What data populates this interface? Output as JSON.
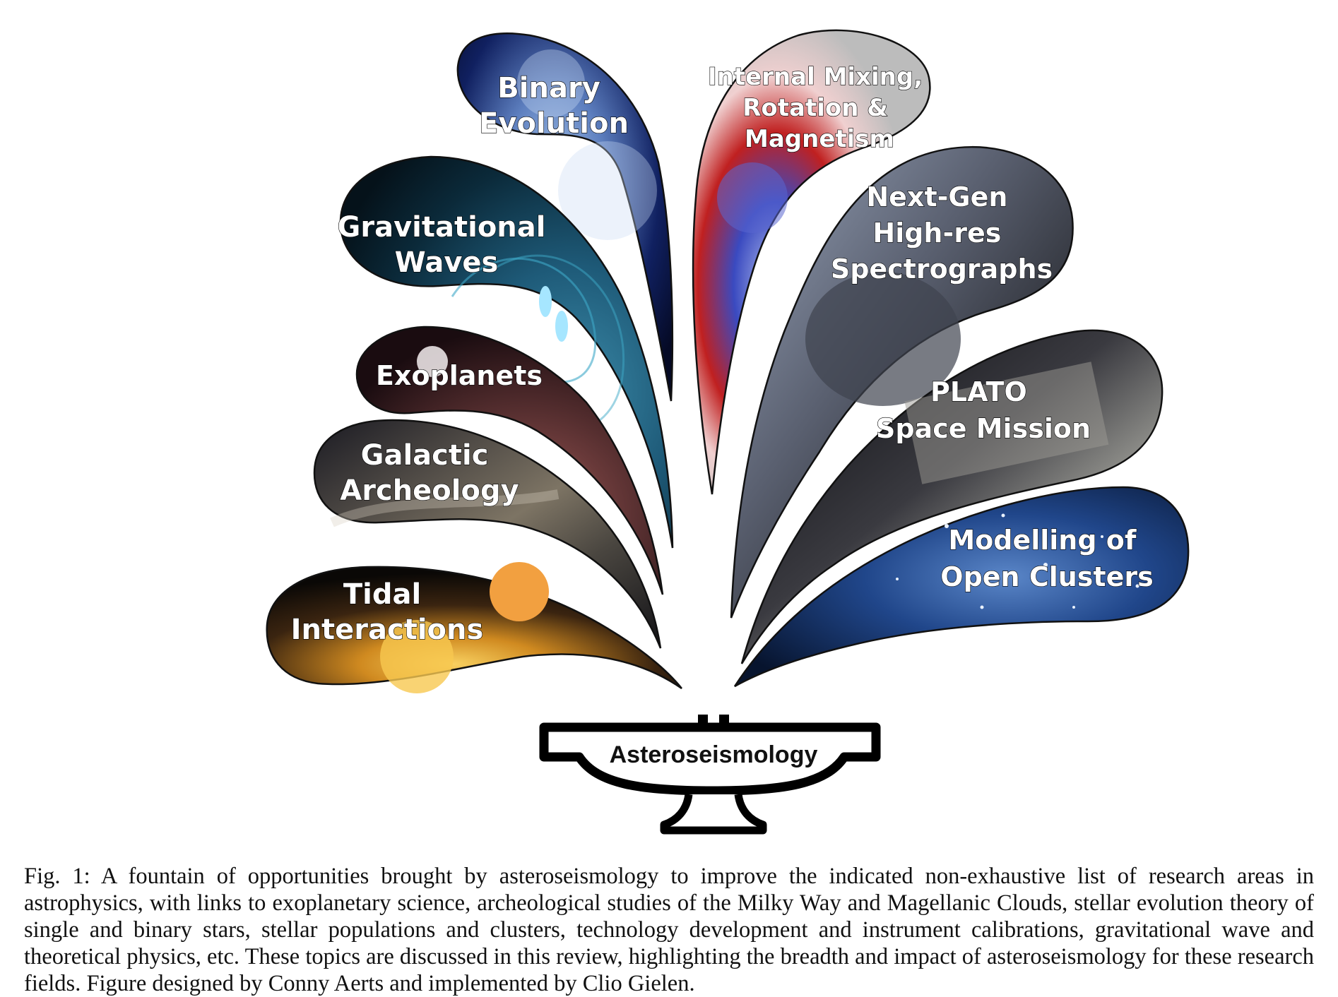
{
  "figure": {
    "petals": [
      {
        "id": "binary-evolution",
        "lines": [
          "Binary",
          "Evolution"
        ]
      },
      {
        "id": "gravitational-waves",
        "lines": [
          "Gravitational",
          "Waves"
        ]
      },
      {
        "id": "exoplanets",
        "lines": [
          "Exoplanets"
        ]
      },
      {
        "id": "galactic-archeology",
        "lines": [
          "Galactic",
          "Archeology"
        ]
      },
      {
        "id": "tidal-interactions",
        "lines": [
          "Tidal",
          "Interactions"
        ]
      },
      {
        "id": "internal-mixing",
        "lines": [
          "Internal Mixing,",
          "Rotation &",
          "Magnetism"
        ]
      },
      {
        "id": "next-gen-spectrographs",
        "lines": [
          "Next-Gen",
          "High-res",
          "Spectrographs"
        ]
      },
      {
        "id": "plato-mission",
        "lines": [
          "PLATO",
          "Space Mission"
        ]
      },
      {
        "id": "open-clusters",
        "lines": [
          "Modelling of",
          "Open Clusters"
        ]
      }
    ],
    "base_label": "Asteroseismology"
  },
  "caption": "Fig. 1:  A fountain of opportunities brought by asteroseismology to improve the indicated non-exhaustive list of research areas in astrophysics, with links to exoplanetary science, archeological studies of the Milky Way and Magellanic Clouds, stellar evolution theory of single and binary stars, stellar populations and clusters, technology development and instrument calibrations, gravitational wave and theoretical physics, etc. These topics are discussed in this review, highlighting the breadth and impact of asteroseismology for these research fields. Figure designed by Conny Aerts and implemented by Clio Gielen."
}
